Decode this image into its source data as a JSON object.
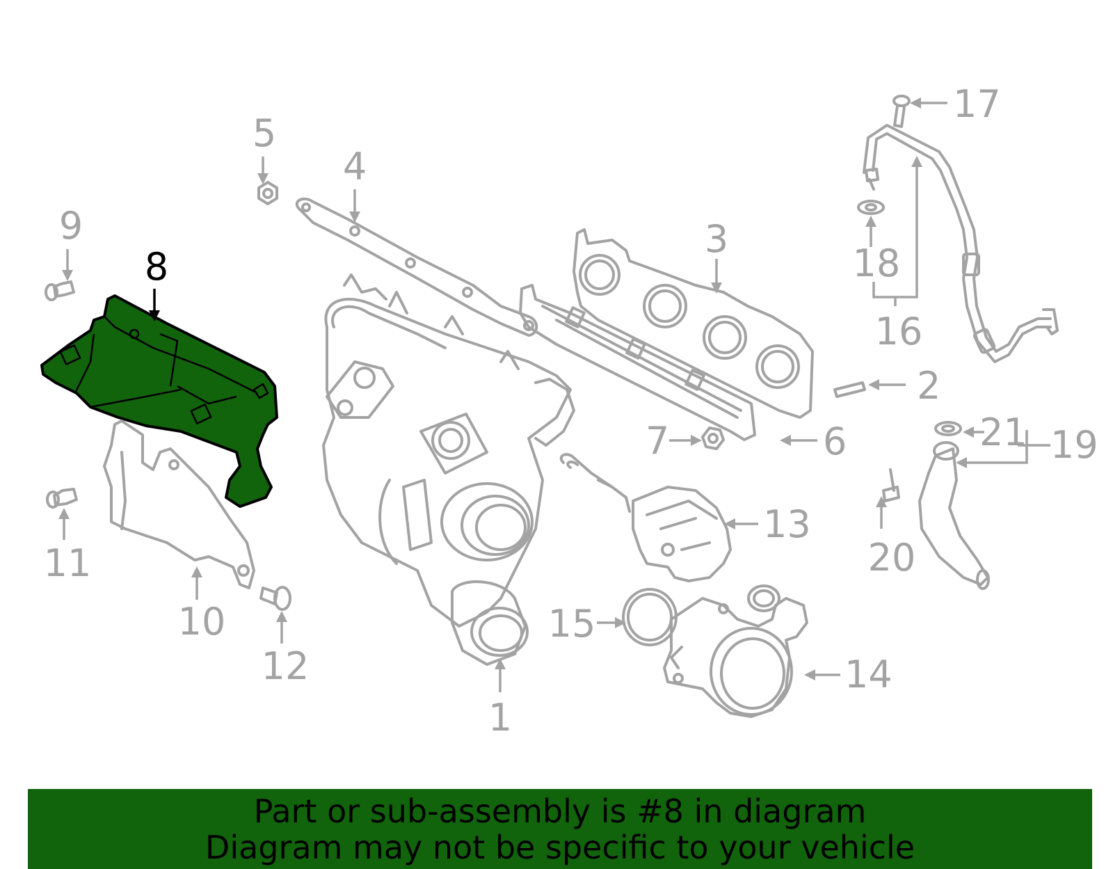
{
  "diagram": {
    "highlight_color": "#12640c",
    "part_line_color": "#a3a3a3",
    "highlighted_part": "8",
    "callouts": {
      "c1": "1",
      "c2": "2",
      "c3": "3",
      "c4": "4",
      "c5": "5",
      "c6": "6",
      "c7": "7",
      "c8": "8",
      "c9": "9",
      "c10": "10",
      "c11": "11",
      "c12": "12",
      "c13": "13",
      "c14": "14",
      "c15": "15",
      "c16": "16",
      "c17": "17",
      "c18": "18",
      "c19": "19",
      "c20": "20",
      "c21": "21"
    }
  },
  "banner": {
    "line1": "Part or sub-assembly is #8 in diagram",
    "line2": "Diagram may not be specific to your vehicle"
  }
}
